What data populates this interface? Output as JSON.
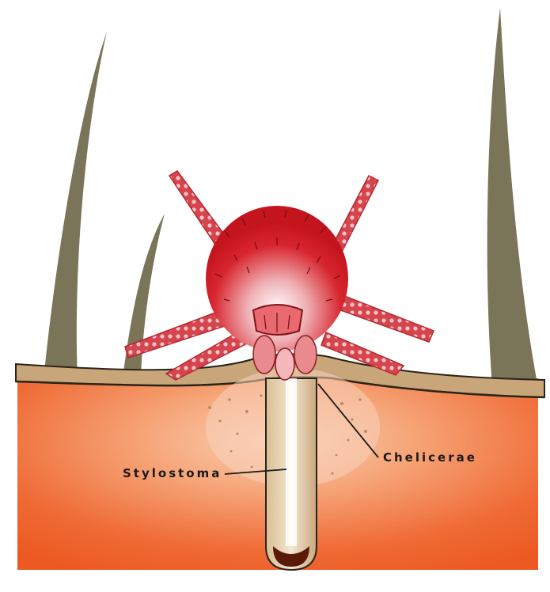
{
  "labels": {
    "stylostome": "Stylostoma",
    "chelicerae": "Chelicerae"
  },
  "colors": {
    "background": "#ffffff",
    "skin_flesh": "#ef5a22",
    "skin_flesh_light": "#f7b38f",
    "epidermis_band": "#c8a67a",
    "hair": "#7a7458",
    "mite_body": "#d6202a",
    "mite_highlight": "#ffffff",
    "mite_leg": "#d4444c",
    "stylostome_tube": "#c9a77c",
    "stylostome_tip": "#5a1a08"
  },
  "icons": {
    "subject": "chigger-mite-feeding-diagram"
  }
}
